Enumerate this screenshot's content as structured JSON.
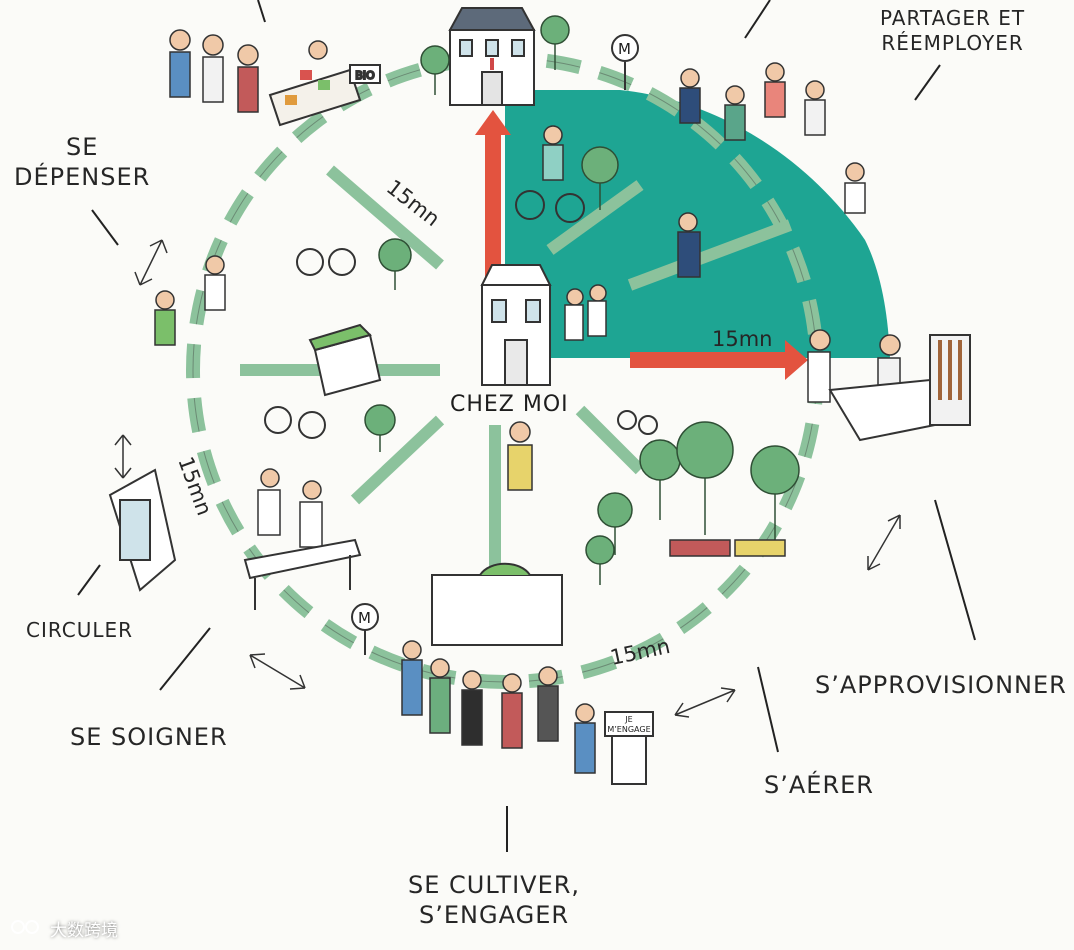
{
  "colors": {
    "teal": "#1ea593",
    "path_green": "#8cc29c",
    "arrow_red": "#e3533f",
    "ink": "#262626"
  },
  "center": {
    "label": "CHEZ MOI"
  },
  "themes": {
    "partager": "PARTAGER ET\nRÉEMPLOYER",
    "depenser": "SE\nDÉPENSER",
    "circuler": "CIRCULER",
    "soigner": "SE SOIGNER",
    "cultiver": "SE CULTIVER,\nS’ENGAGER",
    "aerer": "S’AÉRER",
    "approvisionner": "S’APPROVISIONNER"
  },
  "durations": {
    "top_left": "15mn",
    "right": "15mn",
    "left": "15mn",
    "bottom": "15mn"
  },
  "signs": {
    "bio": "BIO",
    "metro_top": "M",
    "metro_bottom": "M",
    "engage_box": "JE\nM’ENGAGE"
  },
  "watermark": "大数跨境",
  "icons": [
    "metro-icon",
    "double-arrow-icon",
    "bicycle-icon",
    "tree-icon",
    "house-icon"
  ]
}
